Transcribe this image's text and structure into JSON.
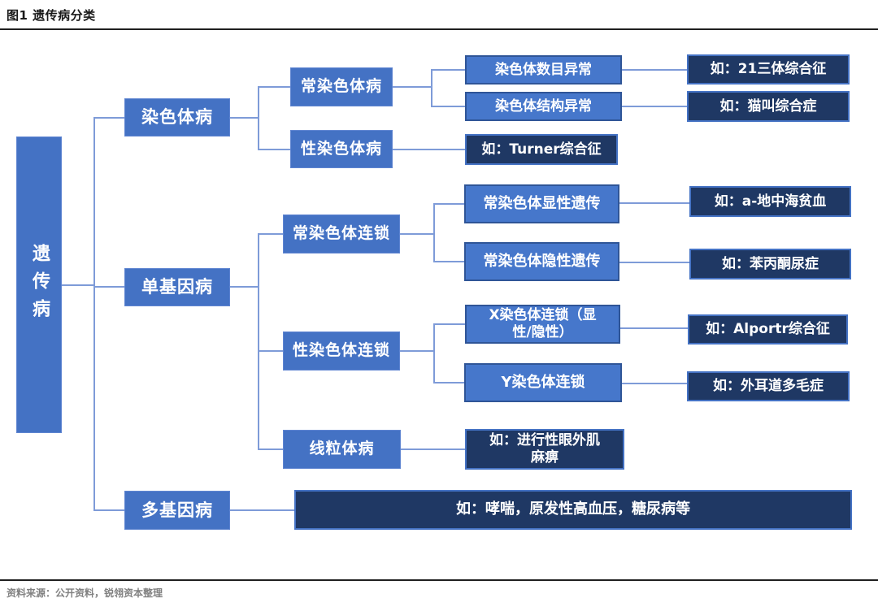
{
  "header": {
    "title": "图1 遗传病分类"
  },
  "footer": {
    "source": "资料来源：公开资料，锐翎资本整理"
  },
  "colors": {
    "node_blue": "#4472C4",
    "node_navy": "#1F3864",
    "node_border_dark": "#2F5597",
    "connector": "#7E9BD8",
    "rule": "#1F1F1F",
    "source_text": "#808080"
  },
  "nodes": {
    "root": {
      "label": "遗传病"
    },
    "chromosomal": {
      "label": "染色体病"
    },
    "monogenic": {
      "label": "单基因病"
    },
    "polygenic": {
      "label": "多基因病"
    },
    "autosomal_disease": {
      "label": "常染色体病"
    },
    "sex_chromosome_disease": {
      "label": "性染色体病"
    },
    "number_abnormality": {
      "label": "染色体数目异常"
    },
    "structure_abnormality": {
      "label": "染色体结构异常"
    },
    "ex_trisomy21": {
      "label": "如：21三体综合征"
    },
    "ex_cri_du_chat": {
      "label": "如：猫叫综合症"
    },
    "ex_turner": {
      "label": "如：Turner综合征"
    },
    "autosomal_linkage": {
      "label": "常染色体连锁"
    },
    "autosomal_dominant": {
      "label": "常染色体显性遗传"
    },
    "autosomal_recessive": {
      "label": "常染色体隐性遗传"
    },
    "ex_thalassemia": {
      "label": "如：a-地中海贫血"
    },
    "ex_pku": {
      "label": "如：苯丙酮尿症"
    },
    "sex_linkage": {
      "label": "性染色体连锁"
    },
    "x_linkage": {
      "label": "X染色体连锁（显\n性/隐性）"
    },
    "y_linkage": {
      "label": "Y染色体连锁"
    },
    "ex_alport": {
      "label": "如：Alportr综合征"
    },
    "ex_hairy_ear": {
      "label": "如：外耳道多毛症"
    },
    "mitochondrial": {
      "label": "线粒体病"
    },
    "ex_ophthalmoplegia": {
      "label": "如：进行性眼外肌\n麻痹"
    },
    "ex_polygenic": {
      "label": "如：哮喘，原发性高血压，糖尿病等"
    }
  }
}
